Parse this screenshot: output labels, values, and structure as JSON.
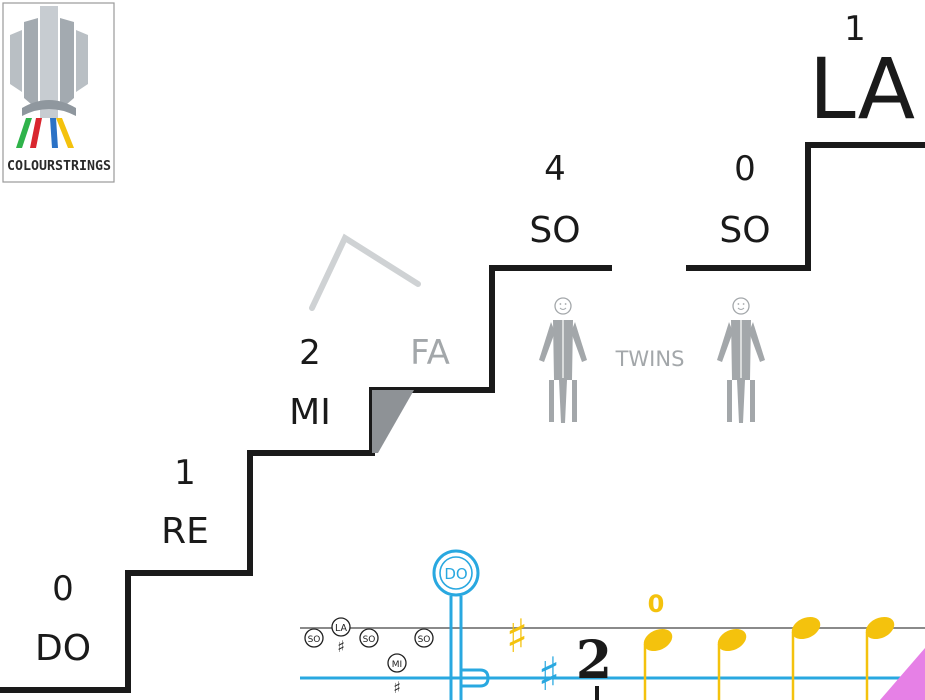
{
  "logo": {
    "text": "COLOURSTRINGS",
    "ribbon_colors": [
      "#2fb34a",
      "#d9262e",
      "#2b72c6",
      "#f4c20d"
    ],
    "building_color": "#9ea6ad",
    "border_color": "#9a9a9a"
  },
  "steps": [
    {
      "degree": "DO",
      "number": "0"
    },
    {
      "degree": "RE",
      "number": "1"
    },
    {
      "degree": "MI",
      "number": "2"
    },
    {
      "degree": "FA",
      "number": ""
    },
    {
      "degree": "SO",
      "number": "4"
    },
    {
      "degree": "SO",
      "number": "0"
    },
    {
      "degree": "LA",
      "number": "1"
    }
  ],
  "twins": {
    "label": "TWINS",
    "figure_color": "#a3a7aa"
  },
  "staff": {
    "clef_label": "DO",
    "note_heads": [
      "LA",
      "SO",
      "SO",
      "SO",
      "MI"
    ],
    "time_numeral": "2",
    "top_note_number": "0",
    "colors": {
      "staff_line": "#8a8a8a",
      "do_line": "#29a8e0",
      "note_yellow": "#f4c20d",
      "accent_pink": "#e680e6",
      "sharp_blue": "#29a8e0"
    }
  },
  "colors": {
    "stairs": "#1a1a1a",
    "number_text": "#1a1a1a",
    "fa_gray": "#a3a7aa",
    "fa_shadow": "#8e9296"
  }
}
